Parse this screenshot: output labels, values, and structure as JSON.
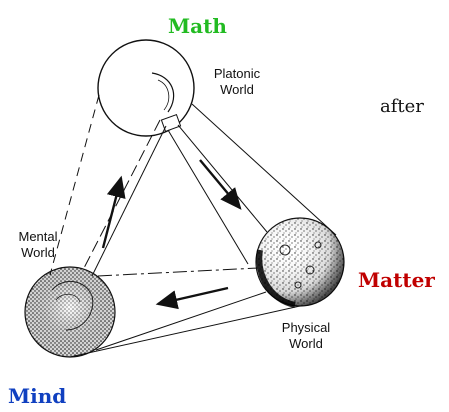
{
  "labels": {
    "math": "Math",
    "matter": "Matter",
    "mind": "Mind",
    "platonic_line1": "Platonic",
    "platonic_line2": "World",
    "mental_line1": "Mental",
    "mental_line2": "World",
    "physical_line1": "Physical",
    "physical_line2": "World",
    "after": "after"
  },
  "colors": {
    "math": "#22bb22",
    "matter": "#c00000",
    "mind": "#1040c0",
    "ink": "#111111"
  }
}
